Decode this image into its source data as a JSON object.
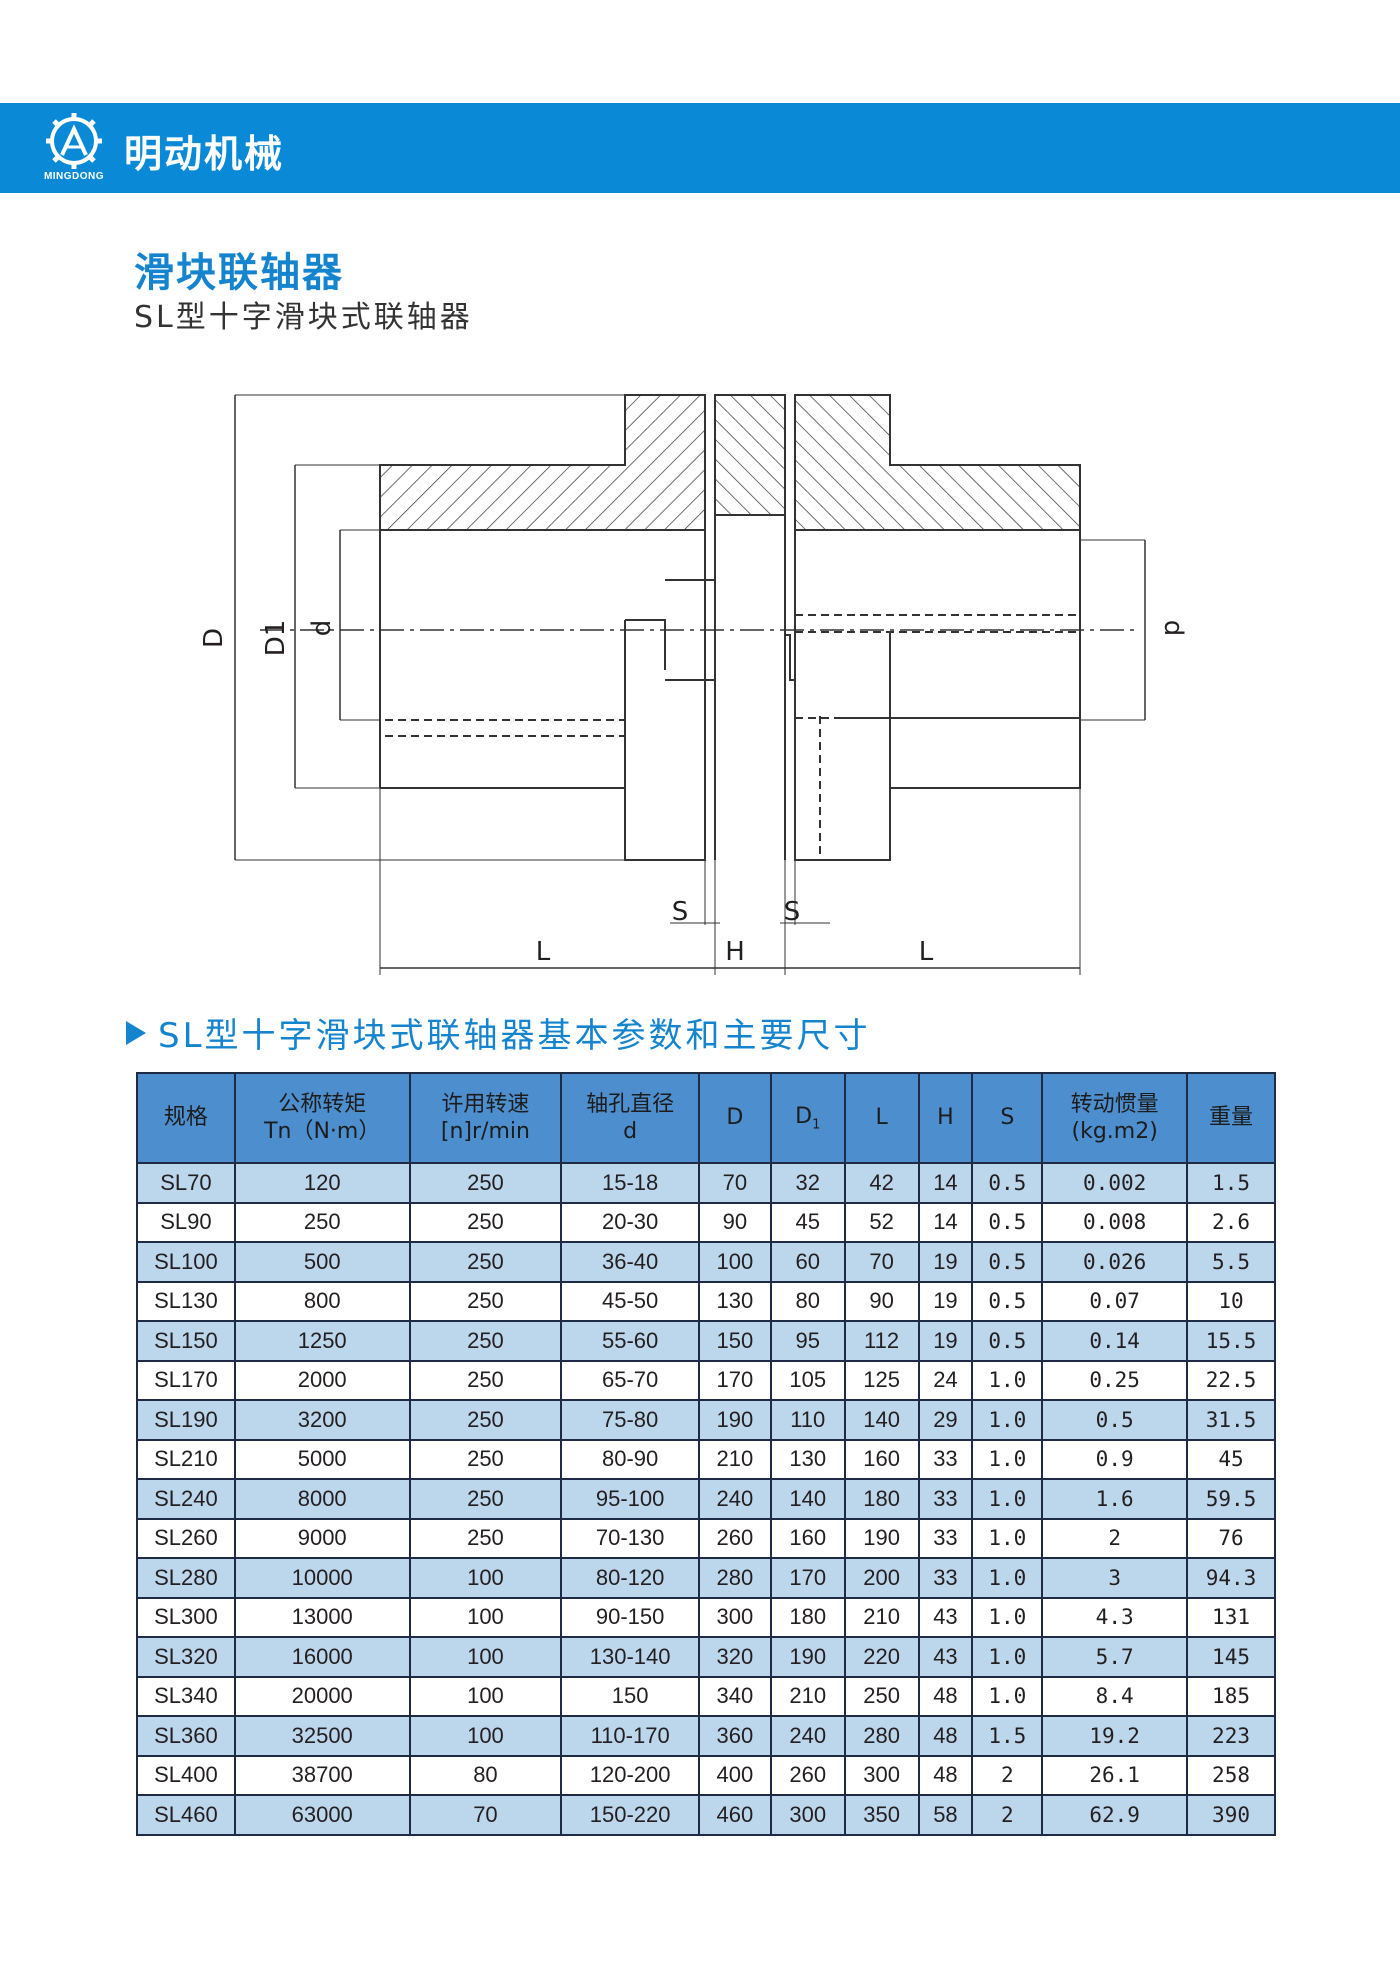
{
  "header": {
    "logo_text": "MINGDONG",
    "brand": "明动机械"
  },
  "page": {
    "title": "滑块联轴器",
    "subtitle": "SL型十字滑块式联轴器"
  },
  "drawing": {
    "labels": {
      "D": "D",
      "D1": "D1",
      "d_left": "d",
      "d_right": "d",
      "S_left": "S",
      "S_right": "S",
      "H": "H",
      "L_left": "L",
      "L_right": "L"
    }
  },
  "section": {
    "heading": "SL型十字滑块式联轴器基本参数和主要尺寸"
  },
  "table": {
    "headers": {
      "model": "规格",
      "torque_1": "公称转矩",
      "torque_2": "Tn（N·m）",
      "speed_1": "许用转速",
      "speed_2": "[n]r/min",
      "bore_1": "轴孔直径",
      "bore_2": "d",
      "D": "D",
      "D1_main": "D",
      "D1_sub": "1",
      "L": "L",
      "H": "H",
      "S": "S",
      "inertia_1": "转动惯量",
      "inertia_2": "(kg.m2)",
      "weight": "重量"
    },
    "rows": [
      [
        "SL70",
        "120",
        "250",
        "15-18",
        "70",
        "32",
        "42",
        "14",
        "0.5",
        "0.002",
        "1.5"
      ],
      [
        "SL90",
        "250",
        "250",
        "20-30",
        "90",
        "45",
        "52",
        "14",
        "0.5",
        "0.008",
        "2.6"
      ],
      [
        "SL100",
        "500",
        "250",
        "36-40",
        "100",
        "60",
        "70",
        "19",
        "0.5",
        "0.026",
        "5.5"
      ],
      [
        "SL130",
        "800",
        "250",
        "45-50",
        "130",
        "80",
        "90",
        "19",
        "0.5",
        "0.07",
        "10"
      ],
      [
        "SL150",
        "1250",
        "250",
        "55-60",
        "150",
        "95",
        "112",
        "19",
        "0.5",
        "0.14",
        "15.5"
      ],
      [
        "SL170",
        "2000",
        "250",
        "65-70",
        "170",
        "105",
        "125",
        "24",
        "1.0",
        "0.25",
        "22.5"
      ],
      [
        "SL190",
        "3200",
        "250",
        "75-80",
        "190",
        "110",
        "140",
        "29",
        "1.0",
        "0.5",
        "31.5"
      ],
      [
        "SL210",
        "5000",
        "250",
        "80-90",
        "210",
        "130",
        "160",
        "33",
        "1.0",
        "0.9",
        "45"
      ],
      [
        "SL240",
        "8000",
        "250",
        "95-100",
        "240",
        "140",
        "180",
        "33",
        "1.0",
        "1.6",
        "59.5"
      ],
      [
        "SL260",
        "9000",
        "250",
        "70-130",
        "260",
        "160",
        "190",
        "33",
        "1.0",
        "2",
        "76"
      ],
      [
        "SL280",
        "10000",
        "100",
        "80-120",
        "280",
        "170",
        "200",
        "33",
        "1.0",
        "3",
        "94.3"
      ],
      [
        "SL300",
        "13000",
        "100",
        "90-150",
        "300",
        "180",
        "210",
        "43",
        "1.0",
        "4.3",
        "131"
      ],
      [
        "SL320",
        "16000",
        "100",
        "130-140",
        "320",
        "190",
        "220",
        "43",
        "1.0",
        "5.7",
        "145"
      ],
      [
        "SL340",
        "20000",
        "100",
        "150",
        "340",
        "210",
        "250",
        "48",
        "1.0",
        "8.4",
        "185"
      ],
      [
        "SL360",
        "32500",
        "100",
        "110-170",
        "360",
        "240",
        "280",
        "48",
        "1.5",
        "19.2",
        "223"
      ],
      [
        "SL400",
        "38700",
        "80",
        "120-200",
        "400",
        "260",
        "300",
        "48",
        "2",
        "26.1",
        "258"
      ],
      [
        "SL460",
        "63000",
        "70",
        "150-220",
        "460",
        "300",
        "350",
        "58",
        "2",
        "62.9",
        "390"
      ]
    ]
  },
  "colors": {
    "banner": "#0a8ad6",
    "title": "#1584cf",
    "header_fill": "#4d8fce",
    "row_alt": "#bcd6ec"
  }
}
